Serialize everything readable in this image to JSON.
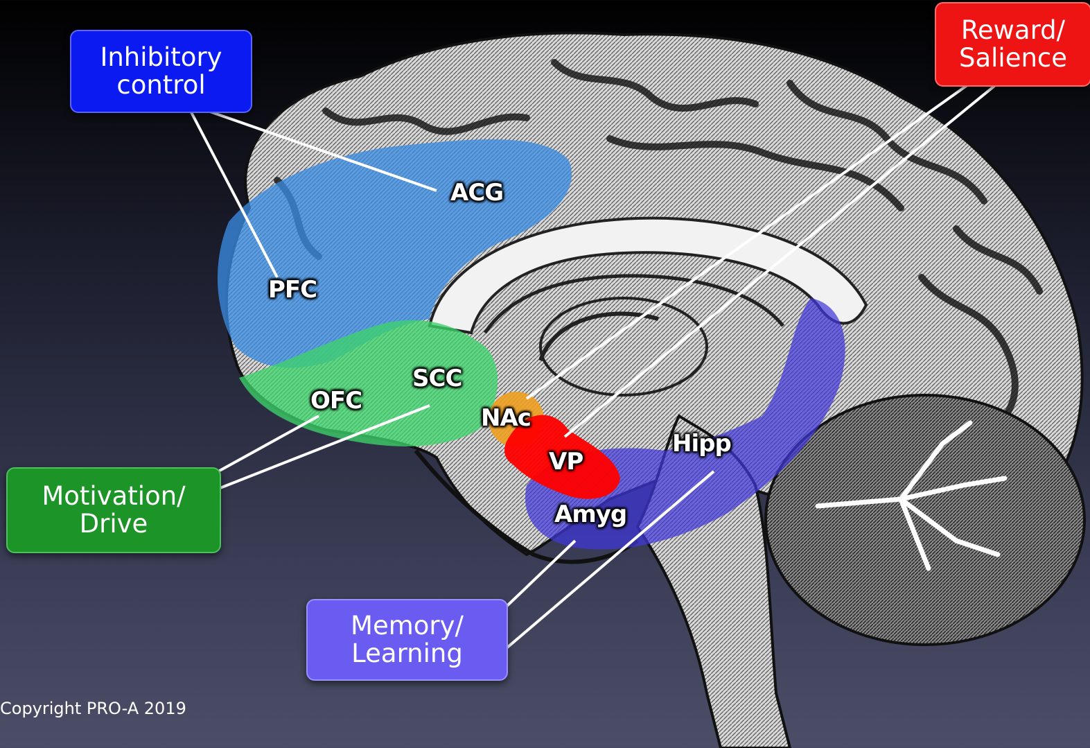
{
  "callouts": {
    "inhibitory": {
      "line1": "Inhibitory",
      "line2": "control",
      "color": "#0a1af0"
    },
    "reward": {
      "line1": "Reward/",
      "line2": "Salience",
      "color": "#ee1414"
    },
    "motivation": {
      "line1": "Motivation/",
      "line2": "Drive",
      "color": "#1c9428"
    },
    "memory": {
      "line1": "Memory/",
      "line2": "Learning",
      "color": "#6a5cf0"
    }
  },
  "regions": {
    "acg": "ACG",
    "pfc": "PFC",
    "scc": "SCC",
    "ofc": "OFC",
    "nac": "NAc",
    "vp": "VP",
    "amyg": "Amyg",
    "hipp": "Hipp"
  },
  "region_colors": {
    "inhibitory": "#3a8be0",
    "motivation": "#3ed36a",
    "memory": "#4038d8",
    "reward": "#ff0000",
    "nac": "#f0a020"
  },
  "copyright": "Copyright PRO-A 2019"
}
